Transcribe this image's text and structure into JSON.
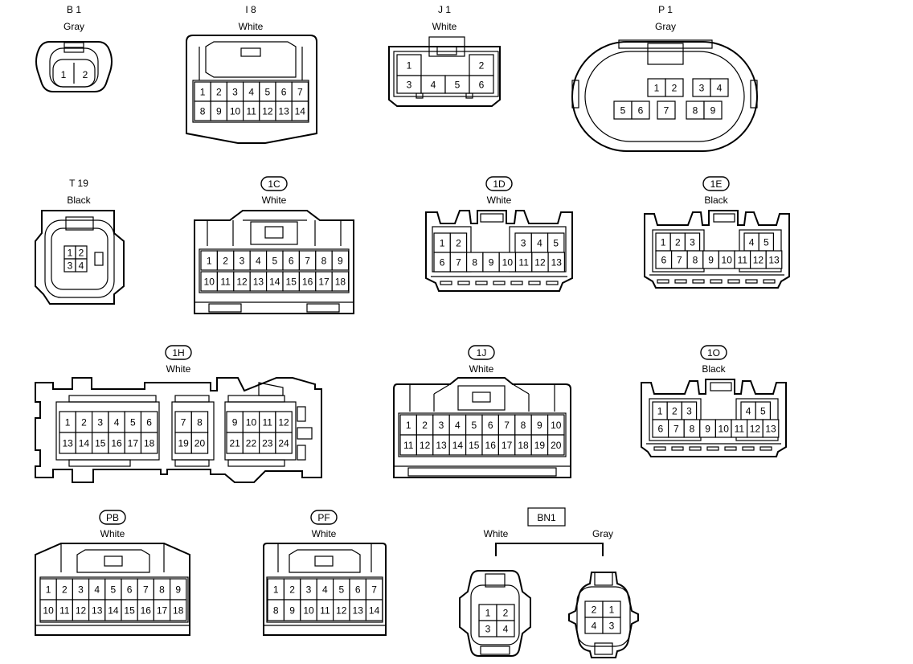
{
  "connectors": [
    {
      "id": "B 1",
      "color": "Gray",
      "pills": false,
      "rows": [
        [
          "1",
          "2"
        ]
      ]
    },
    {
      "id": "I 8",
      "color": "White",
      "pills": false,
      "rows": [
        [
          "1",
          "2",
          "3",
          "4",
          "5",
          "6",
          "7"
        ],
        [
          "8",
          "9",
          "10",
          "11",
          "12",
          "13",
          "14"
        ]
      ]
    },
    {
      "id": "J 1",
      "color": "White",
      "pills": false,
      "rows": [
        [
          "1",
          "2"
        ],
        [
          "3",
          "4",
          "5",
          "6"
        ]
      ]
    },
    {
      "id": "P 1",
      "color": "Gray",
      "pills": false,
      "rows": [
        [
          "1",
          "2",
          "3",
          "4"
        ],
        [
          "5",
          "6",
          "7",
          "8",
          "9"
        ]
      ]
    },
    {
      "id": "T 19",
      "color": "Black",
      "pills": false,
      "rows": [
        [
          "1",
          "2"
        ],
        [
          "3",
          "4"
        ]
      ]
    },
    {
      "id": "1C",
      "color": "White",
      "pills": true,
      "rows": [
        [
          "1",
          "2",
          "3",
          "4",
          "5",
          "6",
          "7",
          "8",
          "9"
        ],
        [
          "10",
          "11",
          "12",
          "13",
          "14",
          "15",
          "16",
          "17",
          "18"
        ]
      ]
    },
    {
      "id": "1D",
      "color": "White",
      "pills": true,
      "rows": [
        [
          "1",
          "2",
          "3",
          "4",
          "5"
        ],
        [
          "6",
          "7",
          "8",
          "9",
          "10",
          "11",
          "12",
          "13"
        ]
      ]
    },
    {
      "id": "1E",
      "color": "Black",
      "pills": true,
      "rows": [
        [
          "1",
          "2",
          "3",
          "4",
          "5"
        ],
        [
          "6",
          "7",
          "8",
          "9",
          "10",
          "11",
          "12",
          "13"
        ]
      ]
    },
    {
      "id": "1H",
      "color": "White",
      "pills": true,
      "rows": [
        [
          "1",
          "2",
          "3",
          "4",
          "5",
          "6",
          "7",
          "8",
          "9",
          "10",
          "11",
          "12"
        ],
        [
          "13",
          "14",
          "15",
          "16",
          "17",
          "18",
          "19",
          "20",
          "21",
          "22",
          "23",
          "24"
        ]
      ]
    },
    {
      "id": "1J",
      "color": "White",
      "pills": true,
      "rows": [
        [
          "1",
          "2",
          "3",
          "4",
          "5",
          "6",
          "7",
          "8",
          "9",
          "10"
        ],
        [
          "11",
          "12",
          "13",
          "14",
          "15",
          "16",
          "17",
          "18",
          "19",
          "20"
        ]
      ]
    },
    {
      "id": "1O",
      "color": "Black",
      "pills": true,
      "rows": [
        [
          "1",
          "2",
          "3",
          "4",
          "5"
        ],
        [
          "6",
          "7",
          "8",
          "9",
          "10",
          "11",
          "12",
          "13"
        ]
      ]
    },
    {
      "id": "PB",
      "color": "White",
      "pills": true,
      "rows": [
        [
          "1",
          "2",
          "3",
          "4",
          "5",
          "6",
          "7",
          "8",
          "9"
        ],
        [
          "10",
          "11",
          "12",
          "13",
          "14",
          "15",
          "16",
          "17",
          "18"
        ]
      ]
    },
    {
      "id": "PF",
      "color": "White",
      "pills": true,
      "rows": [
        [
          "1",
          "2",
          "3",
          "4",
          "5",
          "6",
          "7"
        ],
        [
          "8",
          "9",
          "10",
          "11",
          "12",
          "13",
          "14"
        ]
      ]
    },
    {
      "id": "BN1",
      "color": "",
      "pills": false,
      "rows": []
    }
  ],
  "bn1": {
    "left": {
      "color": "White",
      "rows": [
        [
          "1",
          "2"
        ],
        [
          "3",
          "4"
        ]
      ]
    },
    "right": {
      "color": "Gray",
      "rows": [
        [
          "2",
          "1"
        ],
        [
          "4",
          "3"
        ]
      ]
    }
  }
}
